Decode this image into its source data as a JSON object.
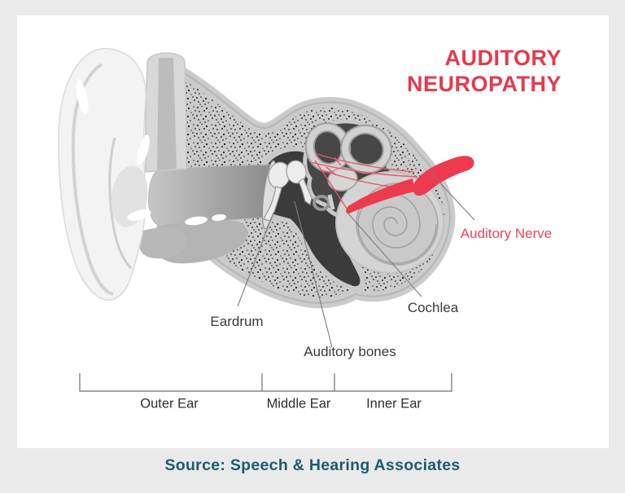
{
  "title": {
    "line1": "AUDITORY",
    "line2": "NEUROPATHY"
  },
  "labels": {
    "auditory_nerve": "Auditory Nerve",
    "cochlea": "Cochlea",
    "eardrum": "Eardrum",
    "auditory_bones": "Auditory bones"
  },
  "sections": {
    "outer": "Outer Ear",
    "middle": "Middle Ear",
    "inner": "Inner Ear"
  },
  "source": {
    "text": "Source: Speech & Hearing Associates"
  },
  "colors": {
    "accent_red": "#e43a4c",
    "nerve_red": "#ee3a4e",
    "source_teal": "#1d5b6e",
    "label_gray": "#3a3a3a",
    "page_bg": "#eaeaea",
    "card_bg": "#ffffff",
    "bone_gray": "#cbcbcb",
    "cavity_dark": "#3b3b3b"
  }
}
